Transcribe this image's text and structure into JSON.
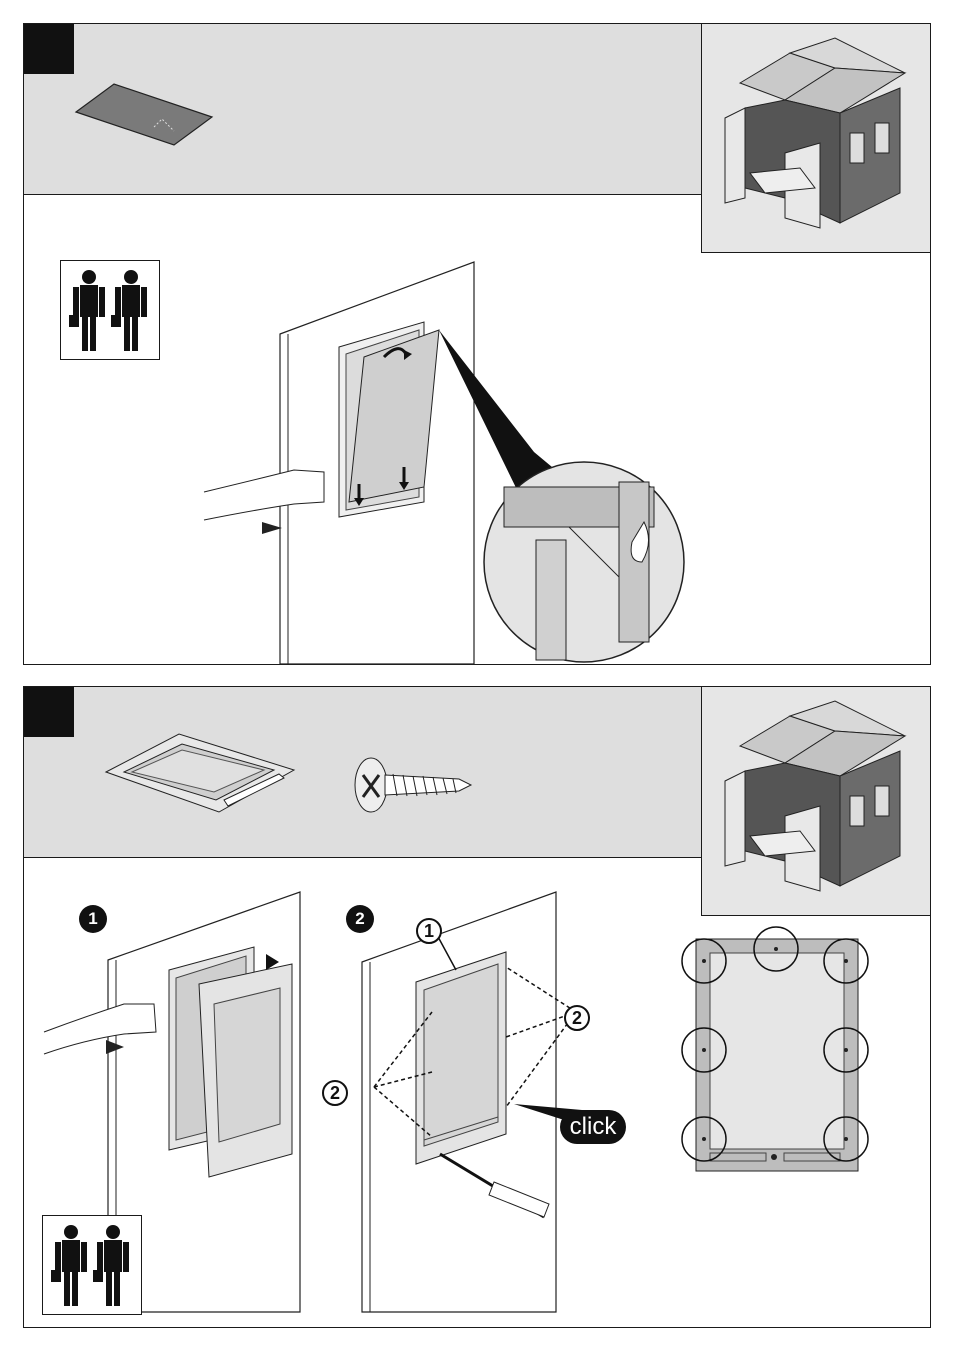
{
  "step1": {
    "parts": [
      "protective-sheet"
    ],
    "callout": "detail-hinge-hook"
  },
  "step2": {
    "substeps": [
      "1",
      "2"
    ],
    "part_markers": [
      "1",
      "2",
      "2"
    ],
    "click_label": "click"
  },
  "colors": {
    "panel_gray": "#dedede",
    "frame_gray": "#bdbdbd",
    "ink": "#111111"
  }
}
